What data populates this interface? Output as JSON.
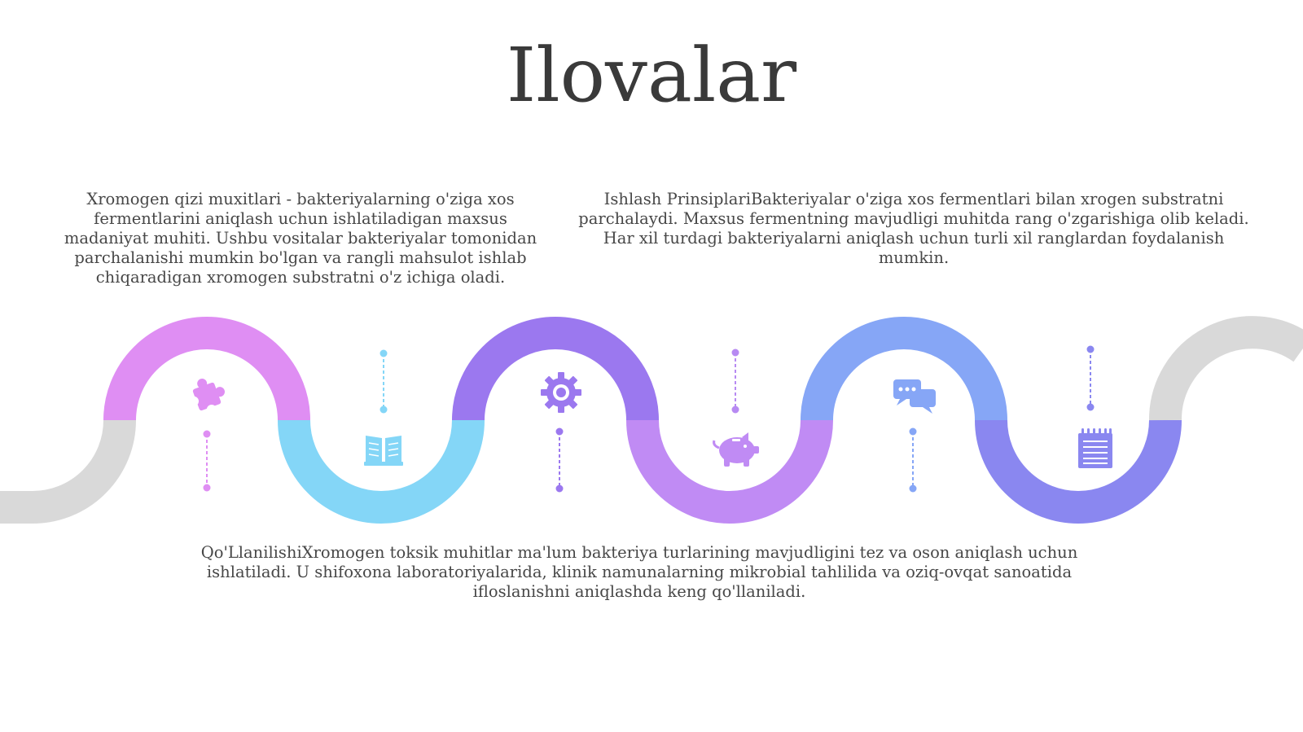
{
  "slide": {
    "title": "Ilovalar",
    "left_text": "Xromogen qizi muxitlari - bakteriyalarning o'ziga xos fermentlarini aniqlash uchun ishlatiladigan maxsus madaniyat muhiti. Ushbu vositalar bakteriyalar tomonidan parchalanishi mumkin bo'lgan va rangli mahsulot ishlab chiqaradigan xromogen substratni o'z ichiga oladi.",
    "right_text": "Ishlash PrinsiplariBakteriyalar o'ziga xos fermentlari bilan xrogen substratni parchalaydi. Maxsus fermentning mavjudligi muhitda rang o'zgarishiga olib keladi. Har xil turdagi bakteriyalarni aniqlash uchun turli xil ranglardan foydalanish mumkin.",
    "bottom_text": "Qo'LlanilishiXromogen toksik muhitlar ma'lum bakteriya turlarining mavjudligini tez va oson aniqlash uchun ishlatiladi. U shifoxona laboratoriyalarida, klinik namunalarning mikrobial tahlilida va oziq-ovqat sanoatida ifloslanishni aniqlashda keng qo'llaniladi."
  },
  "wave": {
    "colors": {
      "grey": "#d9d9d9",
      "pink": "#df8ef3",
      "cyan": "#84d6f7",
      "violet": "#9b78ef",
      "lilac": "#c08bf4",
      "blue": "#86a6f6",
      "indigo": "#8a87f0"
    },
    "icons": [
      "puzzle-icon",
      "book-icon",
      "gear-icon",
      "piggy-bank-icon",
      "chat-icon",
      "notepad-icon"
    ]
  }
}
